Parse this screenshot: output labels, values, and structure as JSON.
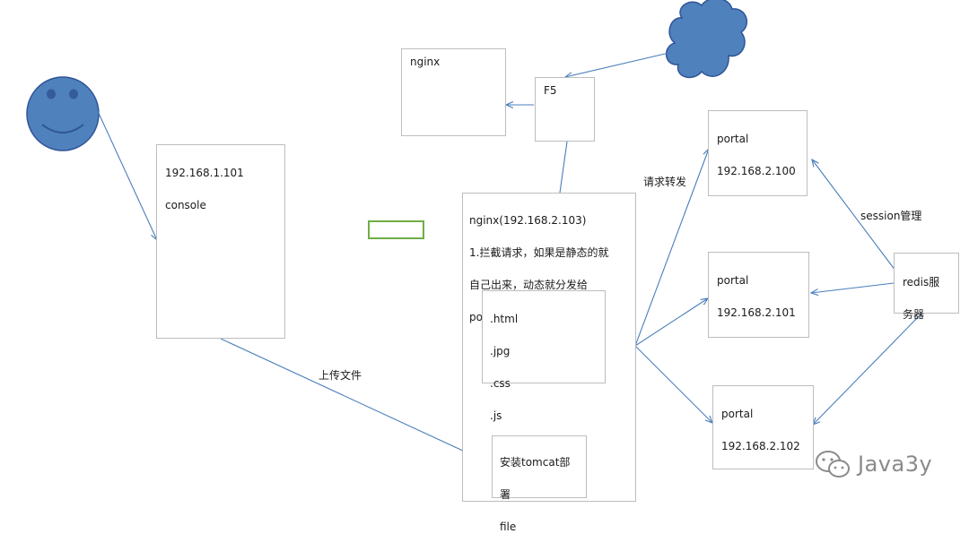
{
  "colors": {
    "arrow": "#4a7ebb",
    "face_fill": "#4f81bd",
    "face_stroke": "#2f5597",
    "cloud_fill": "#4f81bd",
    "green_rect": "#70ad47",
    "box_border": "#bdbdbd"
  },
  "nodes": {
    "console_box": {
      "lines": [
        "192.168.1.101",
        "console"
      ]
    },
    "nginx_top": {
      "lines": [
        "nginx"
      ]
    },
    "f5": {
      "lines": [
        "F5"
      ]
    },
    "nginx_main": {
      "lines": [
        "nginx(192.168.2.103)",
        "1.拦截请求，如果是静态的就",
        "自己出来，动态就分发给",
        "portal"
      ]
    },
    "static_files": {
      "lines": [
        ".html",
        ".jpg",
        ".css",
        ".js"
      ]
    },
    "tomcat": {
      "lines": [
        "安装tomcat部",
        "署",
        "file"
      ]
    },
    "portal1": {
      "lines": [
        "portal",
        "192.168.2.100"
      ]
    },
    "portal2": {
      "lines": [
        "portal",
        "192.168.2.101"
      ]
    },
    "portal3": {
      "lines": [
        "portal",
        "192.168.2.102"
      ]
    },
    "redis": {
      "lines": [
        "redis服",
        "务器"
      ]
    }
  },
  "labels": {
    "upload": "上传文件",
    "forward": "请求转发",
    "session": "session管理"
  },
  "watermark": {
    "text": "Java3y",
    "icon": "wechat-icon"
  }
}
